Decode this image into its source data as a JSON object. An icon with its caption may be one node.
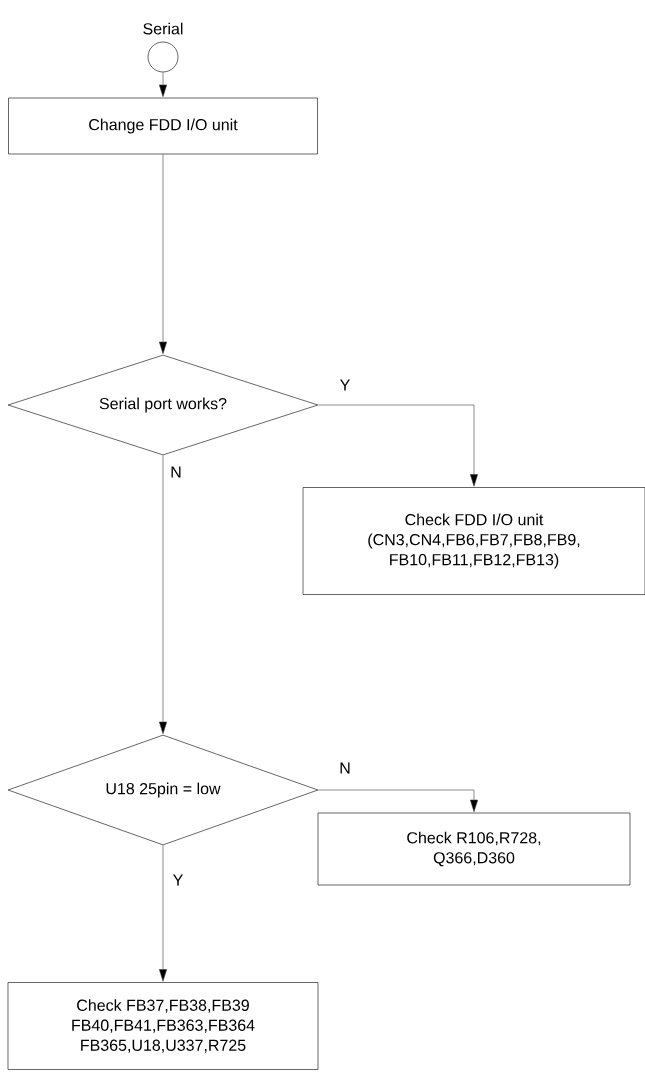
{
  "diagram": {
    "nodes": [
      {
        "text": [],
        "shape": "circle",
        "beside": [
          "Serial"
        ]
      },
      {
        "text": [
          "Change FDD I/O unit"
        ]
      },
      {
        "text": [
          "Serial port works?"
        ]
      },
      {
        "text": [
          "Check FDD I/O unit (CN3,CN4,FB6,FB7,FB8,FB9, FB10,FB11,FB12,FB13)"
        ]
      },
      {
        "text": [
          "U18 25pin = low"
        ]
      },
      {
        "text": [
          "Check R106,R728, Q366,D360"
        ]
      },
      {
        "text": [
          "Check FB37,FB38,FB39 FB40,FB41,FB363,FB364 FB365,U18,U337,R725"
        ]
      }
    ],
    "edges": [
      {
        "from": 0,
        "to": 1,
        "arrow": "to"
      },
      {
        "from": 1,
        "to": 2,
        "arrow": "to"
      },
      {
        "from": 2,
        "to": 3,
        "arrow": "to",
        "label": "Y"
      },
      {
        "from": 2,
        "to": 4,
        "arrow": "to",
        "label": "N"
      },
      {
        "from": 4,
        "to": 5,
        "arrow": "to",
        "label": "N"
      },
      {
        "from": 4,
        "to": 6,
        "arrow": "to",
        "label": "Y"
      }
    ]
  }
}
